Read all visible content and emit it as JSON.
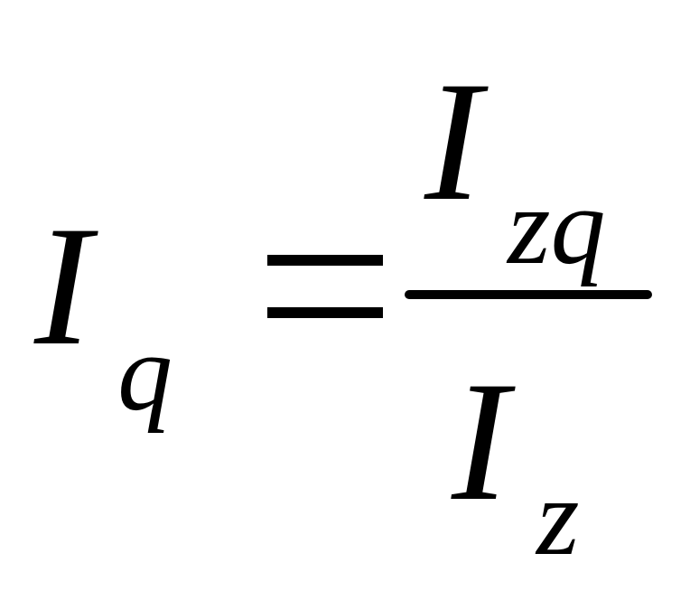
{
  "formula": {
    "lhs": {
      "symbol": "I",
      "subscript": "q"
    },
    "equals": "=",
    "numerator": {
      "symbol": "I",
      "subscript": "zq"
    },
    "denominator": {
      "symbol": "I",
      "subscript": "z"
    }
  }
}
